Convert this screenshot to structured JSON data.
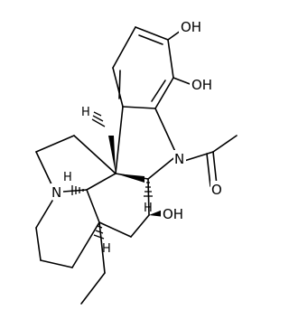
{
  "molecule": {
    "atom_labels": {
      "oh_top": "OH",
      "oh_aromatic": "OH",
      "n_indoline": "N",
      "n_amine": "N",
      "o_carbonyl": "O",
      "oh_ring": "OH"
    },
    "stereo_h": [
      "H",
      "H",
      "H",
      "H"
    ]
  }
}
